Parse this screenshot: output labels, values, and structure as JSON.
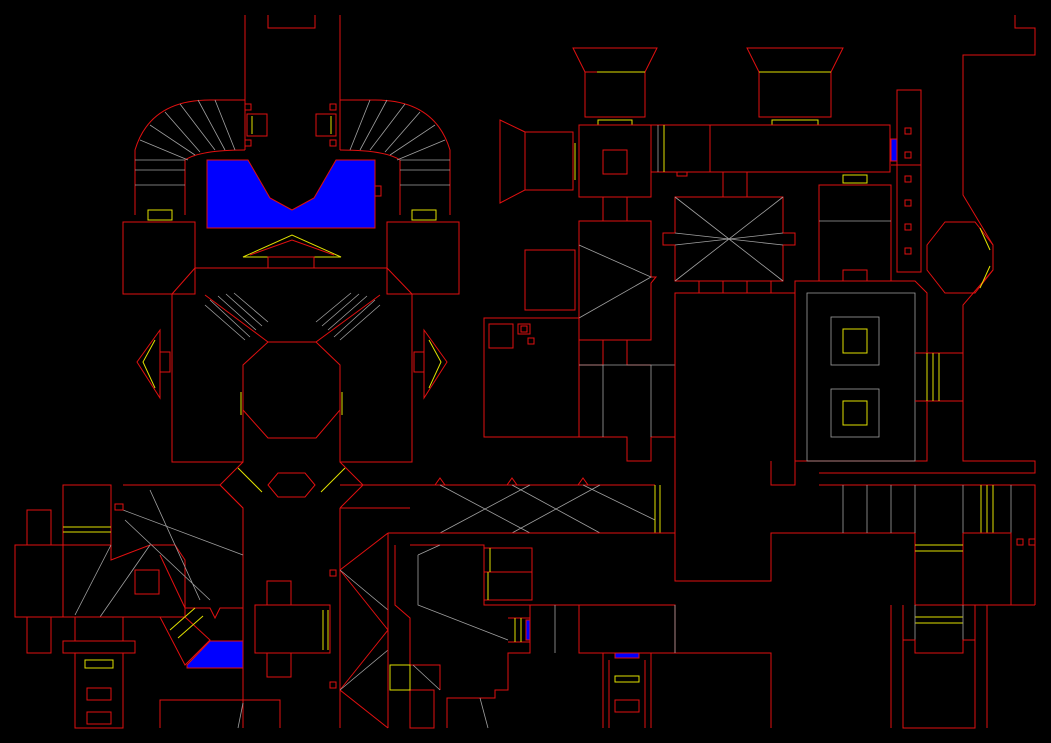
{
  "screen": {
    "type": "automap",
    "background_color": "#000000",
    "colors": {
      "wall": "#e01010",
      "step": "#e0e000",
      "floor_change": "#a0a0a0",
      "liquid": "#0000ff"
    }
  },
  "map": {
    "regions": [
      {
        "id": "north-temple"
      },
      {
        "id": "blue-pool-north"
      },
      {
        "id": "octagon-hall"
      },
      {
        "id": "west-wing"
      },
      {
        "id": "blue-pool-southwest"
      },
      {
        "id": "central-corridor"
      },
      {
        "id": "crossed-chamber"
      },
      {
        "id": "east-pillar-room"
      },
      {
        "id": "east-round-room"
      },
      {
        "id": "south-corridor"
      },
      {
        "id": "southeast-stairs"
      }
    ]
  }
}
